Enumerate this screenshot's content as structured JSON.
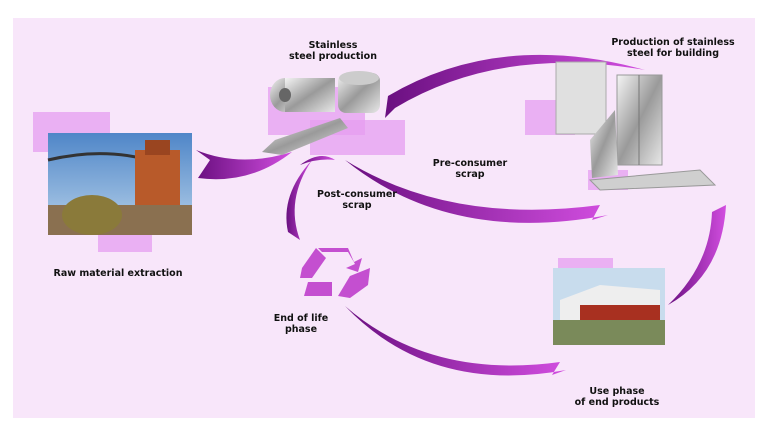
{
  "labels": {
    "steel_production": [
      "Stainless",
      "steel production"
    ],
    "building": [
      "Production of stainless",
      "steel for building"
    ],
    "raw_material": "Raw material extraction",
    "pre_consumer": [
      "Pre-consumer",
      "scrap"
    ],
    "post_consumer": [
      "Post-consumer",
      "scrap"
    ],
    "end_of_life": [
      "End of life",
      "phase"
    ],
    "use_phase": [
      "Use phase",
      "of end products"
    ]
  },
  "colors": {
    "background": "#f8e6fa",
    "accent": "#a020b0",
    "accent_light": "#e59ef0"
  }
}
